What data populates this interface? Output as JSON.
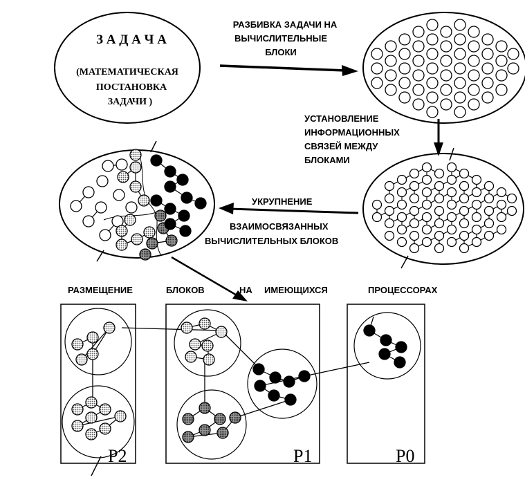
{
  "task": {
    "title": "З А Д А Ч А",
    "subtitle_lines": [
      "(МАТЕМАТИЧЕСКАЯ",
      "ПОСТАНОВКА",
      "ЗАДАЧИ )"
    ]
  },
  "steps": {
    "split_lines": [
      "РАЗБИВКА ЗАДАЧИ НА",
      "ВЫЧИСЛИТЕЛЬНЫЕ",
      "БЛОКИ"
    ],
    "links_lines": [
      "УСТАНОВЛЕНИЕ",
      "ИНФОРМАЦИОННЫХ",
      "СВЯЗЕЙ МЕЖДУ",
      "БЛОКАМИ"
    ],
    "merge_lines": [
      "УКРУПНЕНИЕ",
      "ВЗАИМОСВЯЗАННЫХ",
      "ВЫЧИСЛИТЕЛЬНЫХ БЛОКОВ"
    ],
    "placement_words": [
      "РАЗМЕЩЕНИЕ",
      "БЛОКОВ",
      "НА",
      "ИМЕЮЩИХСЯ",
      "ПРОЦЕССОРАХ"
    ]
  },
  "processors": [
    {
      "label": "P2"
    },
    {
      "label": "P1"
    },
    {
      "label": "P0"
    }
  ],
  "colors": {
    "ink": "#000000",
    "paper": "#ffffff",
    "hatch": "#8a8a8a"
  }
}
